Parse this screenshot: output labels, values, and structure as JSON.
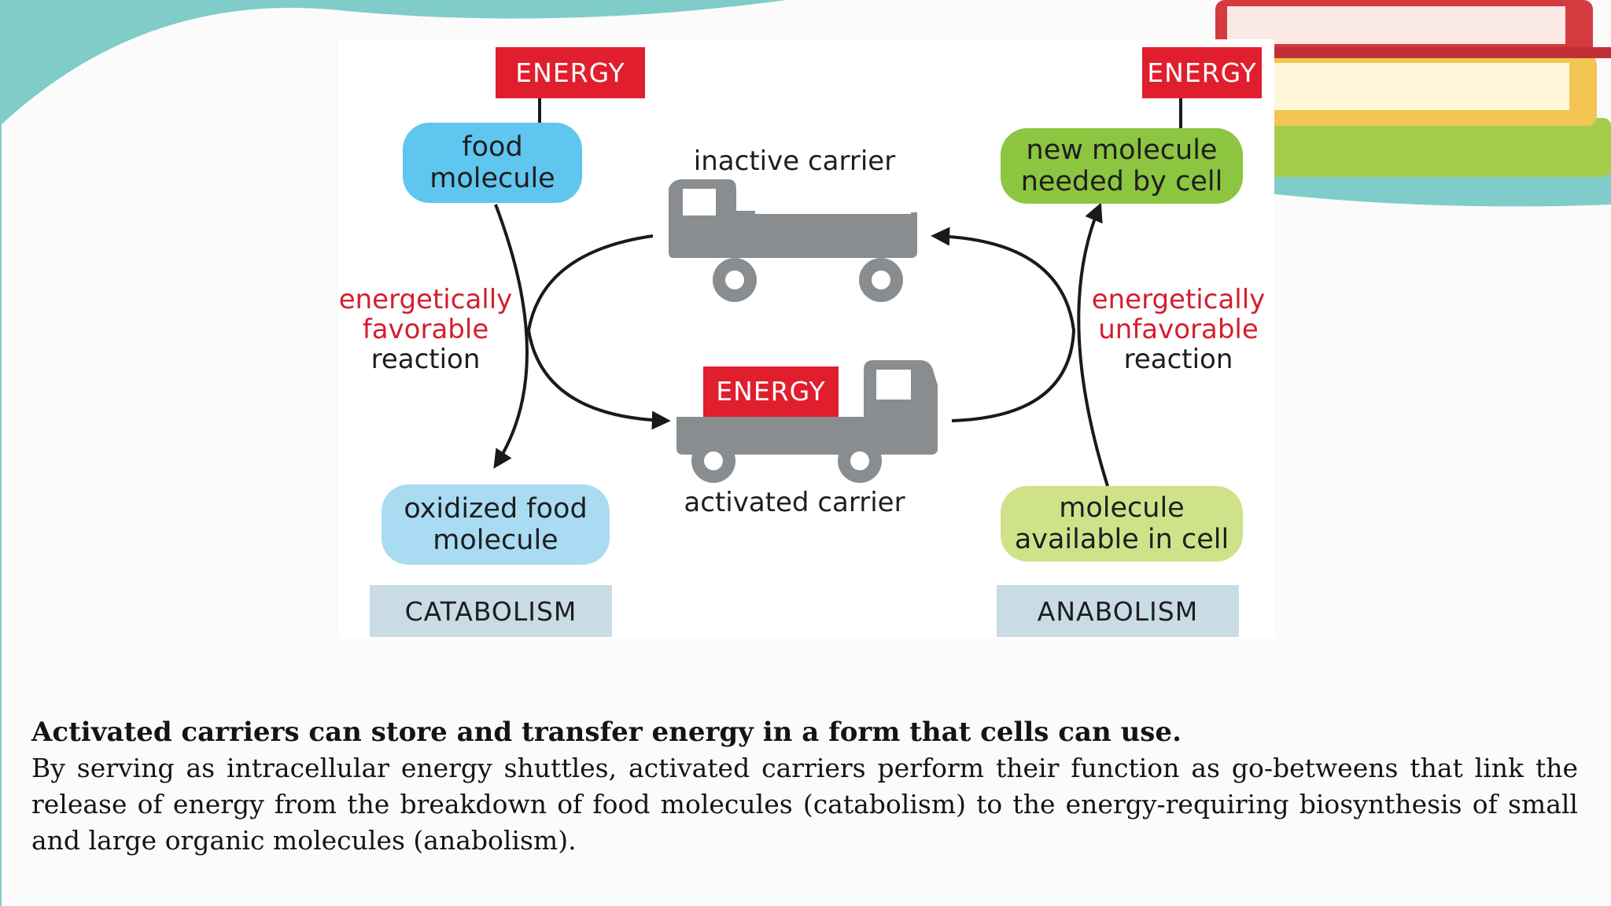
{
  "diagram": {
    "energy_label": "ENERGY",
    "food_molecule": "food\nmolecule",
    "oxidized_food_molecule": "oxidized food\nmolecule",
    "new_molecule": "new molecule\nneeded by cell",
    "molecule_available": "molecule\navailable in cell",
    "inactive_carrier": "inactive carrier",
    "activated_carrier": "activated carrier",
    "favorable_line1": "energetically",
    "favorable_line2": "favorable",
    "favorable_line3": "reaction",
    "unfavorable_line1": "energetically",
    "unfavorable_line2": "unfavorable",
    "unfavorable_line3": "reaction",
    "catabolism": "CATABOLISM",
    "anabolism": "ANABOLISM",
    "colors": {
      "energy_red": "#e01e2d",
      "catabolism_blue_dark": "#5ec6ef",
      "catabolism_blue_light": "#a9dcf3",
      "anabolism_green_dark": "#8cc540",
      "anabolism_green_light": "#cfe28a",
      "truck_gray": "#8a8d8f",
      "label_bar": "#c9dbe5",
      "accent_red_text": "#d41e2d",
      "teal_decoration": "#7fccc9"
    }
  },
  "caption": {
    "title": "Activated carriers can store and transfer energy in a form that cells can use.",
    "body": "By serving as intracellular energy shuttles, activated carriers perform their function as go-betweens that link the release of energy from the breakdown of food molecules (catabolism) to the energy-requiring biosynthesis of small and large organic molecules (anabolism)."
  }
}
